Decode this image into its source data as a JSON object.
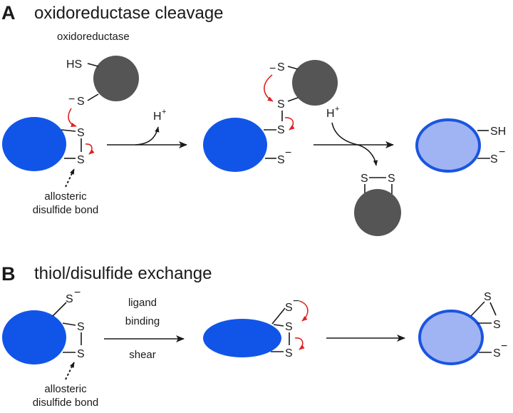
{
  "colors": {
    "protein_blue": "#1155e8",
    "protein_light_fill": "#a0b4f4",
    "protein_light_stroke": "#1a55e0",
    "oxidoreductase_gray": "#555555",
    "electron_arrow_red": "#e02020",
    "ink": "#1a1a1a"
  },
  "panel_a": {
    "letter": "A",
    "title": "oxidoreductase cleavage",
    "oxidoreductase_label": "oxidoreductase",
    "stage1": {
      "oxidoreductase_thiol": "HS",
      "oxidoreductase_thiolate": "S",
      "thiolate_charge": "−",
      "disulfide_s1": "S",
      "disulfide_s2": "S",
      "annotation_line1": "allosteric",
      "annotation_line2": "disulfide bond"
    },
    "arrow1": {
      "byproduct": "H",
      "byproduct_charge": "+"
    },
    "stage2": {
      "thiolate_charge": "−",
      "oxido_s": "S",
      "mixed_s": "S",
      "protein_s": "S",
      "protein_thiolate": "S",
      "protein_thiolate_charge": "−"
    },
    "arrow2": {
      "reagent": "H",
      "reagent_charge": "+",
      "product_s1": "S",
      "product_s2": "S"
    },
    "stage3": {
      "thiol": "SH",
      "thiolate": "S",
      "thiolate_charge": "−"
    }
  },
  "panel_b": {
    "letter": "B",
    "title": "thiol/disulfide exchange",
    "stage1": {
      "thiolate": "S",
      "thiolate_charge": "−",
      "disulfide_s1": "S",
      "disulfide_s2": "S",
      "annotation_line1": "allosteric",
      "annotation_line2": "disulfide bond"
    },
    "arrow1": {
      "above_line1": "ligand",
      "above_line2": "binding",
      "below": "shear"
    },
    "stage2": {
      "thiolate": "S",
      "thiolate_charge": "−",
      "s_mid": "S",
      "s_low": "S"
    },
    "stage3": {
      "s_top": "S",
      "s_mid": "S",
      "thiolate": "S",
      "thiolate_charge": "−"
    }
  }
}
